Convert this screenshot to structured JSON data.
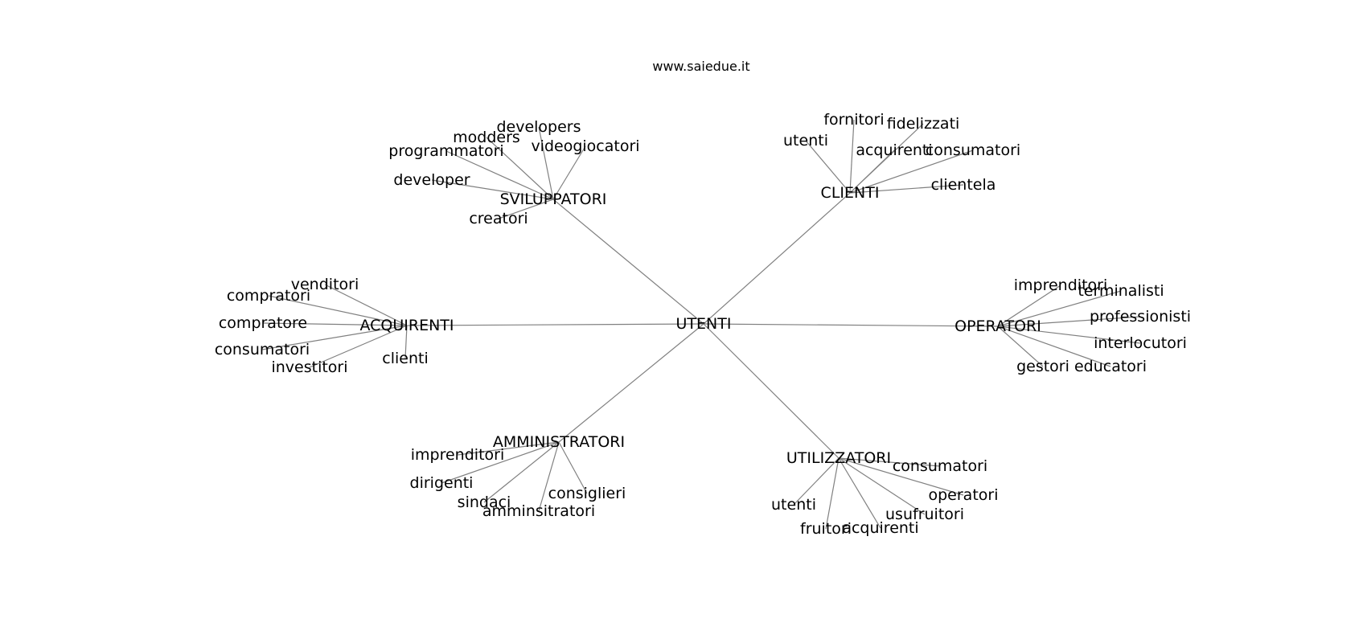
{
  "credit": "www.saiedue.it",
  "center": "UTENTI",
  "groups": [
    {
      "hub": "SVILUPPATORI",
      "leaves": [
        "developers",
        "modders",
        "programmatori",
        "videogiocatori",
        "developer",
        "creatori"
      ]
    },
    {
      "hub": "CLIENTI",
      "leaves": [
        "fornitori",
        "fidelizzati",
        "utenti",
        "acquirenti",
        "consumatori",
        "clientela"
      ]
    },
    {
      "hub": "ACQUIRENTI",
      "leaves": [
        "venditori",
        "compratori",
        "compratore",
        "consumatori",
        "investitori",
        "clienti"
      ]
    },
    {
      "hub": "OPERATORI",
      "leaves": [
        "imprenditori",
        "terminalisti",
        "professionisti",
        "interlocutori",
        "gestori",
        "educatori"
      ]
    },
    {
      "hub": "AMMINISTRATORI",
      "leaves": [
        "imprenditori",
        "dirigenti",
        "sindaci",
        "amminsitratori",
        "consiglieri"
      ]
    },
    {
      "hub": "UTILIZZATORI",
      "leaves": [
        "consumatori",
        "operatori",
        "utenti",
        "usufruitori",
        "fruitori",
        "acquirenti"
      ]
    }
  ]
}
